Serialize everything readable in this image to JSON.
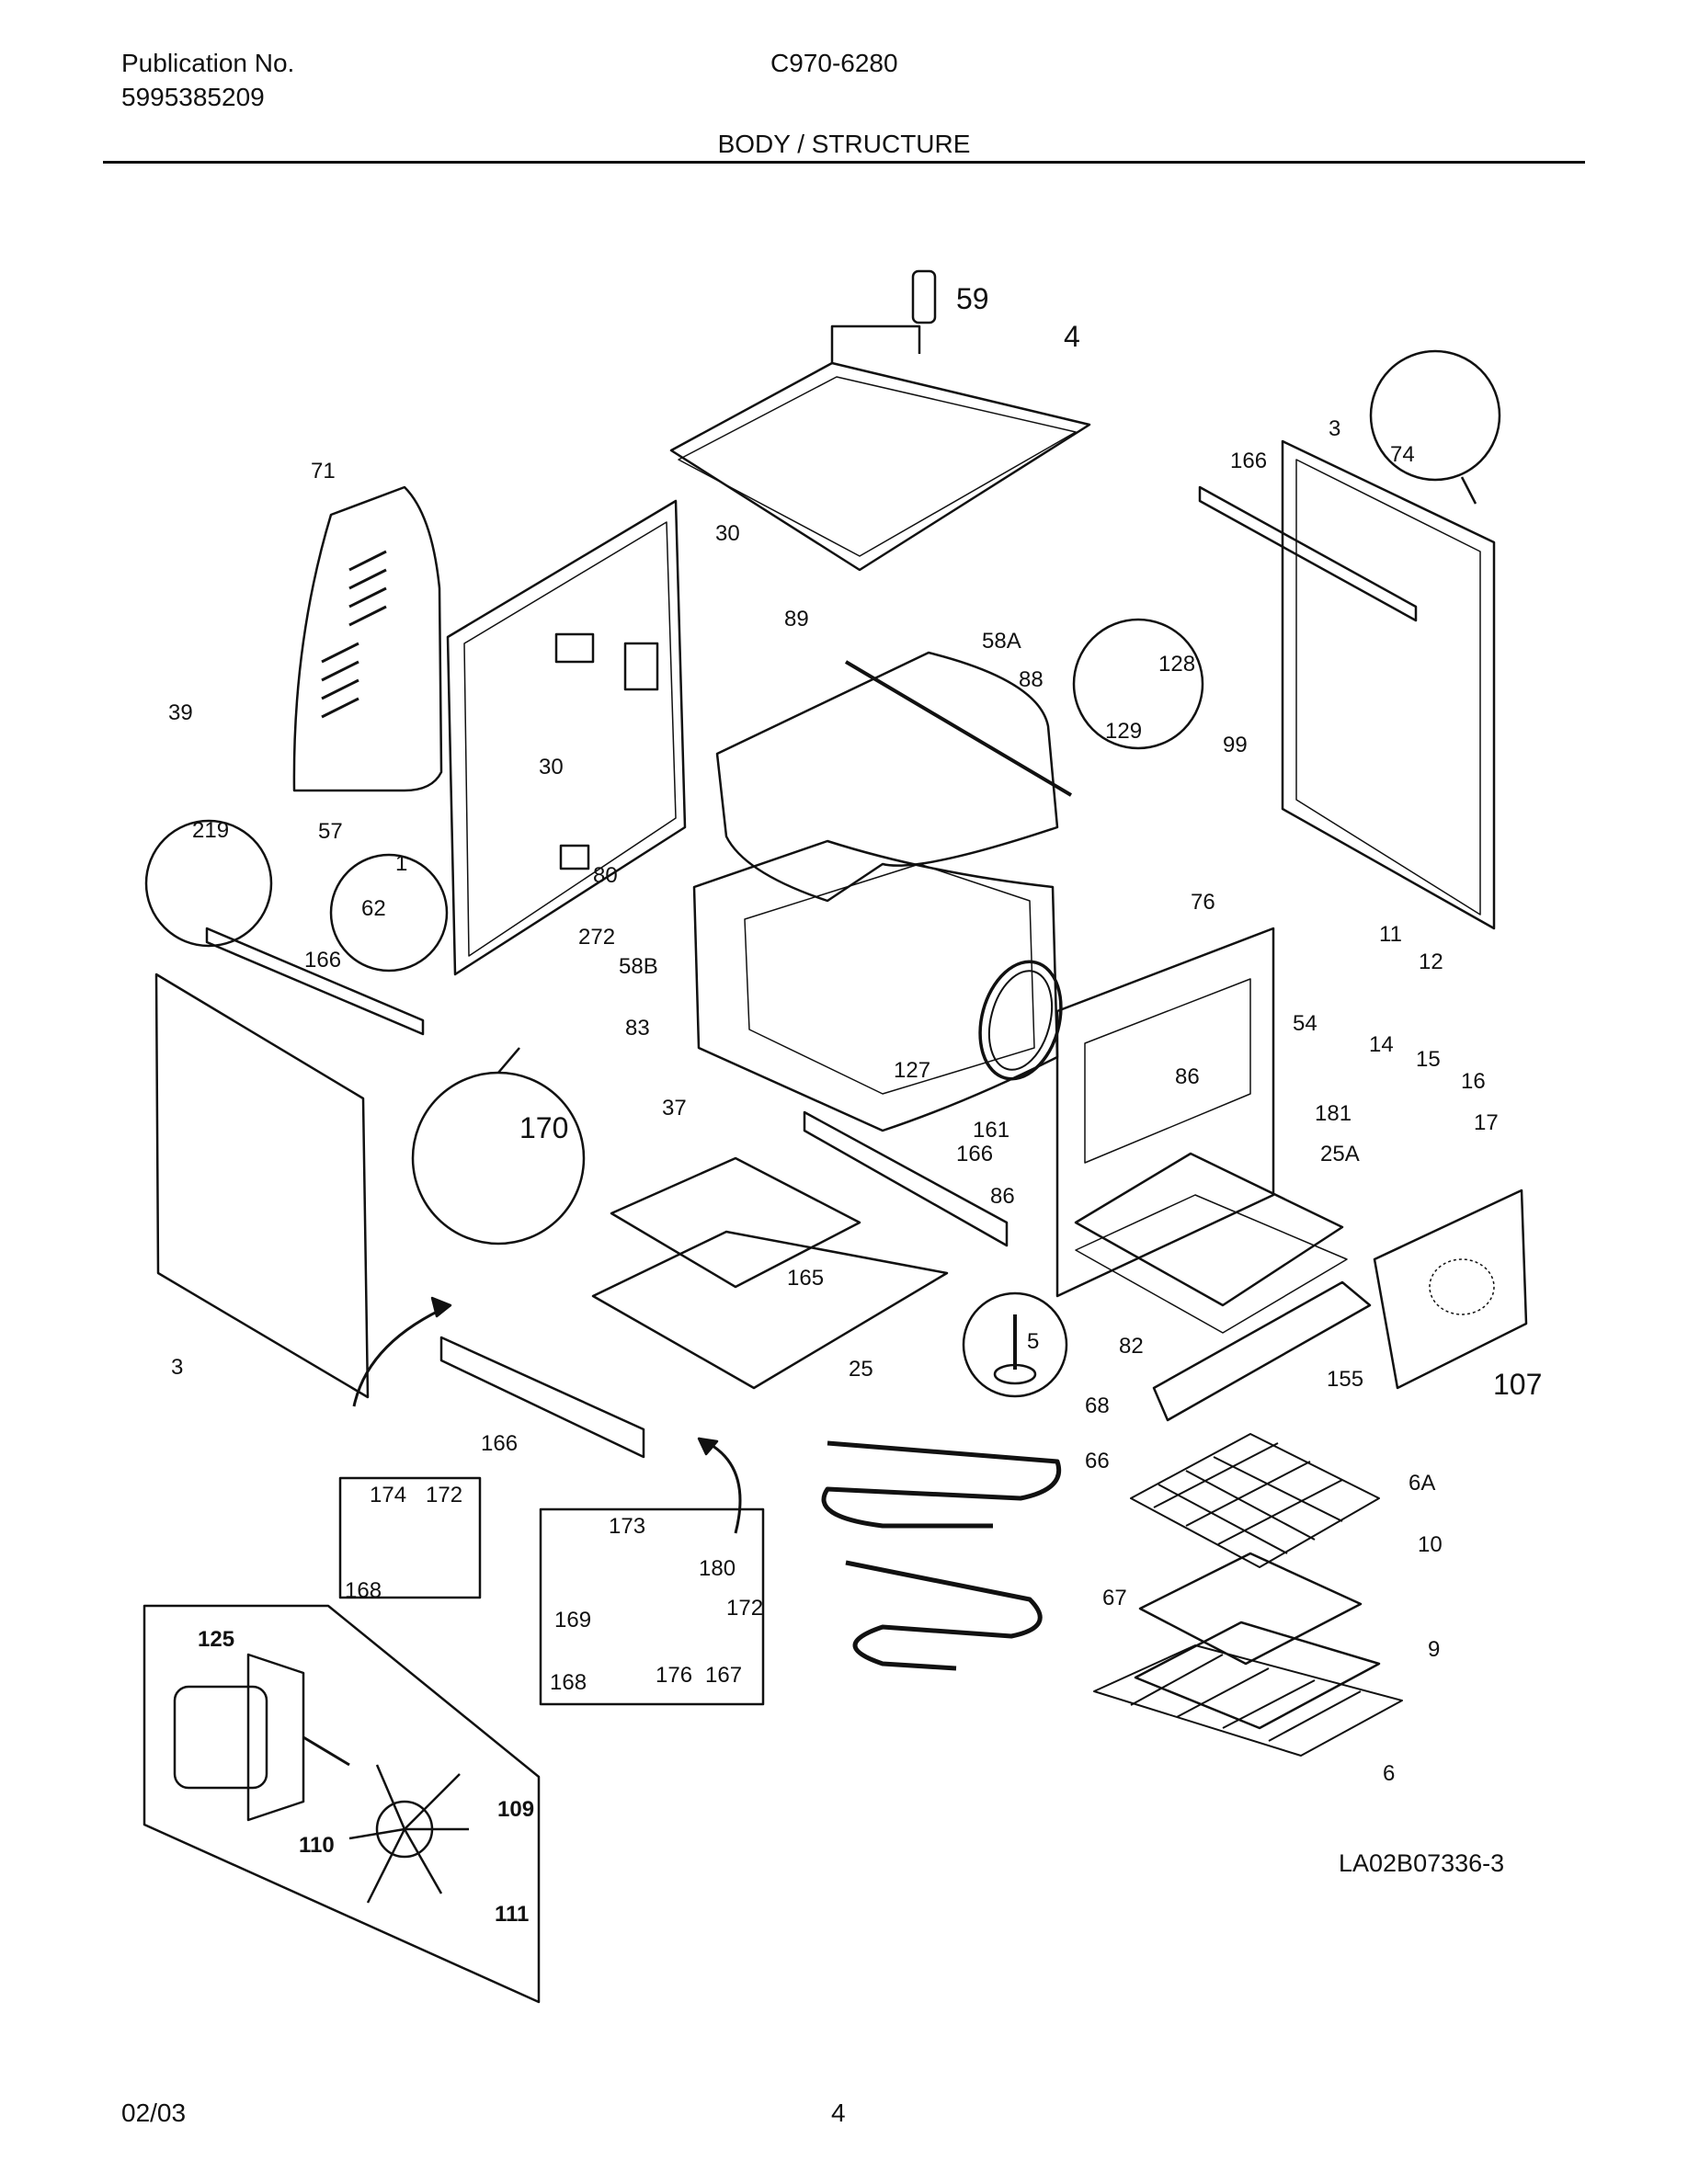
{
  "header": {
    "publication_label": "Publication No.",
    "publication_number": "5995385209",
    "model": "C970-6280",
    "section_title": "BODY / STRUCTURE"
  },
  "footer": {
    "date": "02/03",
    "page": "4"
  },
  "drawing_id": "LA02B07336-3",
  "callouts": [
    "59",
    "4",
    "3",
    "74",
    "166",
    "71",
    "30",
    "89",
    "58A",
    "88",
    "128",
    "129",
    "99",
    "39",
    "30",
    "219",
    "57",
    "1",
    "80",
    "62",
    "272",
    "166",
    "58B",
    "76",
    "11",
    "12",
    "83",
    "54",
    "14",
    "15",
    "16",
    "17",
    "127",
    "86",
    "37",
    "161",
    "181",
    "170",
    "166",
    "25A",
    "86",
    "165",
    "5",
    "25",
    "82",
    "155",
    "107",
    "3",
    "166",
    "68",
    "66",
    "6A",
    "174",
    "172",
    "173",
    "180",
    "10",
    "168",
    "169",
    "172",
    "176",
    "167",
    "168",
    "67",
    "9",
    "125",
    "109",
    "110",
    "6",
    "111"
  ],
  "bold_callouts": [
    "125",
    "109",
    "110",
    "111"
  ]
}
